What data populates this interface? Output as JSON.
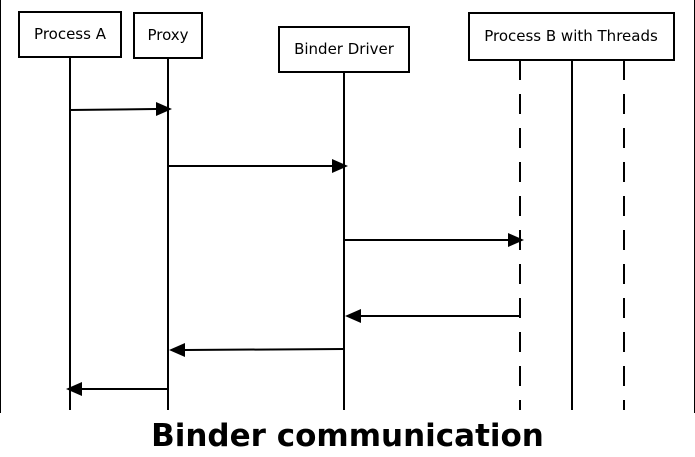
{
  "participants": [
    {
      "id": "process-a",
      "label": "Process A"
    },
    {
      "id": "proxy",
      "label": "Proxy"
    },
    {
      "id": "binder-driver",
      "label": "Binder Driver"
    },
    {
      "id": "process-b",
      "label": "Process B with Threads"
    }
  ],
  "messages": [
    {
      "from": "Process A",
      "to": "Proxy"
    },
    {
      "from": "Proxy",
      "to": "Binder Driver"
    },
    {
      "from": "Binder Driver",
      "to": "Process B with Threads"
    },
    {
      "from": "Process B with Threads",
      "to": "Binder Driver"
    },
    {
      "from": "Binder Driver",
      "to": "Proxy"
    },
    {
      "from": "Proxy",
      "to": "Process A"
    }
  ],
  "caption": "Binder communication"
}
